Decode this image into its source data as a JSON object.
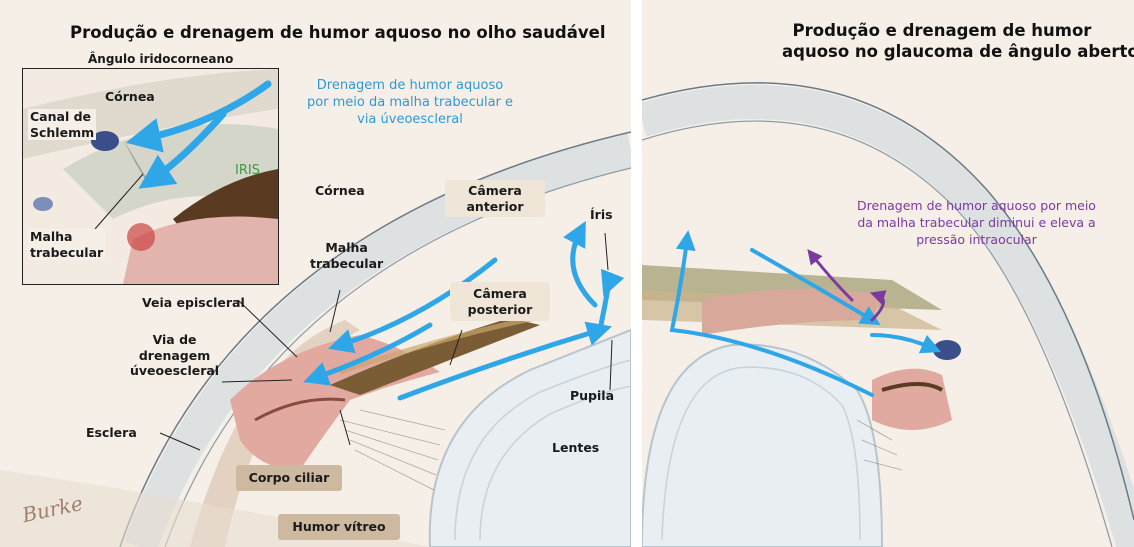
{
  "left_panel": {
    "title": "Produção e drenagem de humor aquoso no olho saudável",
    "subtitle": "Ângulo iridocorneano",
    "blue_note": [
      "Drenagem de humor aquoso",
      "por meio da malha trabecular e",
      "via úveoescleral"
    ],
    "inset": {
      "cornea": "Córnea",
      "canal": [
        "Canal de",
        "Schlemm"
      ],
      "iris": "IRIS",
      "malha": [
        "Malha",
        "trabecular"
      ]
    },
    "labels": {
      "cornea": "Córnea",
      "camera_anterior": [
        "Câmera",
        "anterior"
      ],
      "iris": "Íris",
      "malha": [
        "Malha",
        "trabecular"
      ],
      "veia": "Veia episcleral",
      "camera_posterior": [
        "Câmera",
        "posterior"
      ],
      "via": [
        "Via de",
        "drenagem",
        "úveoescleral"
      ],
      "pupila": "Pupila",
      "esclera": "Esclera",
      "lentes": "Lentes",
      "corpo": "Corpo ciliar",
      "humor": "Humor vítreo"
    },
    "signature": "Burke"
  },
  "right_panel": {
    "title": [
      "Produção e drenagem de humor",
      "aquoso no glaucoma de ângulo aberto"
    ],
    "purple_note": [
      "Drenagem de humor aquoso por meio",
      "da malha trabecular diminui e eleva a",
      "pressão intraocular"
    ]
  },
  "colors": {
    "arrow_blue": "#2fa6e8",
    "note_blue": "#2d9ad6",
    "note_purple": "#7a3aa0",
    "background": "#f6efe8"
  }
}
